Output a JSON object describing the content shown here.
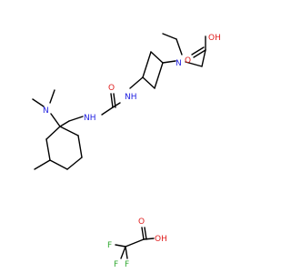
{
  "molecule": {
    "atom_labels": {
      "acid_oh": "OH",
      "acid_o": "O",
      "n_amine_ring": "N",
      "n_urea_right": "NH",
      "urea_o": "O",
      "n_urea_left": "NH",
      "n_dimethyl": "N",
      "tfa_o": "O",
      "tfa_oh": "OH",
      "f1": "F",
      "f2": "F",
      "f3": "F"
    },
    "colors": {
      "bond": "#000000",
      "oxygen": "#e02020",
      "nitrogen": "#2020e0",
      "fluorine": "#33aa33"
    }
  }
}
